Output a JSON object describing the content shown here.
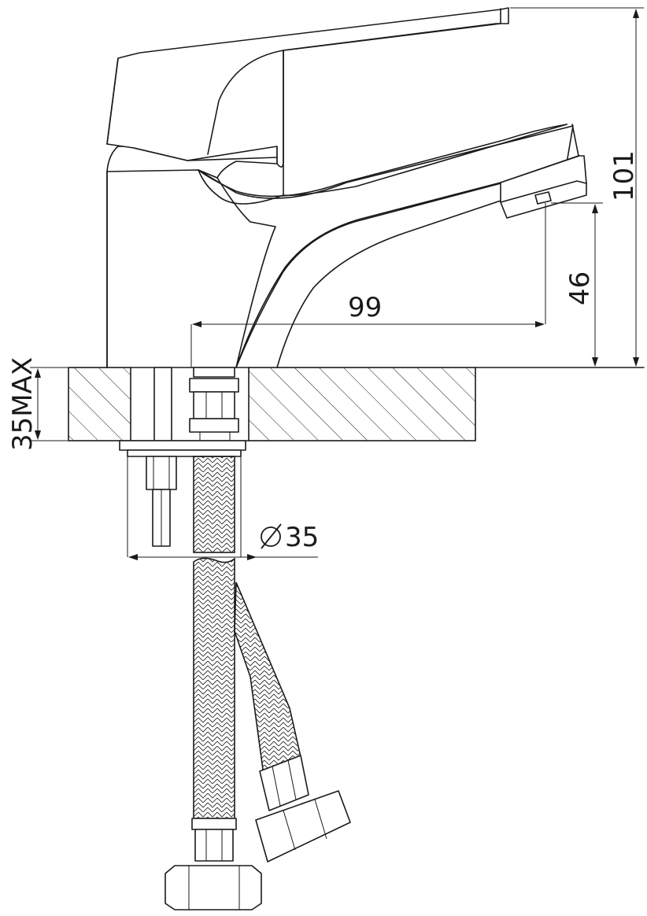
{
  "dimensions": {
    "total_height": "101",
    "spout_height": "46",
    "spout_reach": "99",
    "max_counter_thickness": "35MAX",
    "hole_diameter_value": "35"
  },
  "components": [
    "single-lever-handle",
    "faucet-body",
    "spout",
    "aerator",
    "mounting-stud",
    "fixing-plate",
    "braided-flex-hose",
    "hose-hex-nut"
  ]
}
